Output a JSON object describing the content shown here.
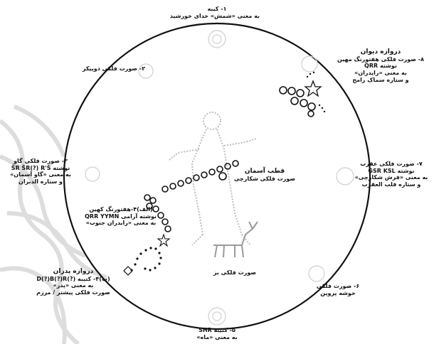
{
  "labels": {
    "top": {
      "line1": "۱- کیبه",
      "line2": "به معنی «شمش» خدای خورشید"
    },
    "top_left": {
      "line1": "۲- صورت فلکی دوپیکر"
    },
    "top_right": {
      "title": "دروازه دیوان",
      "line1": "۸- صورت فلکی هفتورنگ مهین",
      "line2": "نوشته QRR",
      "line3": "به معنی «رایدران»",
      "line4": "و ستاره سماک رامح"
    },
    "left": {
      "line1": "۳- صورت فلکی گاو",
      "line2": "نوشته ŠR ŠR(?) R'Š",
      "line3": "به معنی «گاو آسمان»",
      "line4": "و ستاره الدبران"
    },
    "right": {
      "line1": "۷- صورت فلکی عقرب",
      "line2": "نوشته GSR KSL",
      "line3": "به معنی «فرش شکارچی»",
      "line4": "و ستاره قلب العقرب"
    },
    "center": {
      "title": "قطب آسمان",
      "line1": "صورت فلکی شکارچی"
    },
    "inner_left": {
      "line1": "(الف)۴-هفتورنگ کهین",
      "line2": "نوشته آرامی QRR YYMN",
      "line3": "به معنی «رایدران جنوب»"
    },
    "goat": {
      "line1": "صورت فلکی بز"
    },
    "bottom_left": {
      "title": "دروازه پدران",
      "line1": "(ب)۴- کتیبه (?)D(?)B(?)R",
      "line2": "به معنی «پدر»",
      "line3": "صورت فلکی پیشتر / مرزم"
    },
    "bottom_right": {
      "line1": "۶- صورت فلکی",
      "line2": "خوشه پروین"
    },
    "bottom": {
      "line1": "۵- کتیبه SHR",
      "line2": "به معنی «ماه»"
    }
  }
}
